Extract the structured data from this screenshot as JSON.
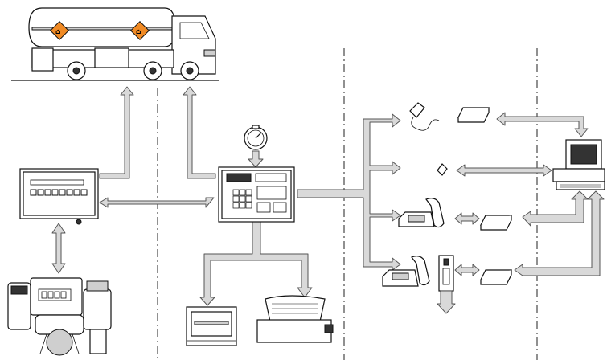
{
  "diagram": {
    "description_tags": [],
    "nodes": [
      {
        "id": "tanker-truck",
        "icon": "tanker-truck-icon"
      },
      {
        "id": "register-display",
        "icon": "register-display-icon"
      },
      {
        "id": "meter-assembly",
        "icon": "meter-assembly-icon"
      },
      {
        "id": "pressure-gauge",
        "icon": "pressure-gauge-icon"
      },
      {
        "id": "controller-unit",
        "icon": "controller-unit-icon"
      },
      {
        "id": "ticket-printer",
        "icon": "ticket-printer-icon"
      },
      {
        "id": "slip-printer",
        "icon": "slip-printer-icon"
      },
      {
        "id": "handheld-reader",
        "icon": "handheld-reader-icon"
      },
      {
        "id": "data-module-1",
        "icon": "data-module-icon"
      },
      {
        "id": "data-key",
        "icon": "data-key-icon"
      },
      {
        "id": "phone-modem-1",
        "icon": "phone-modem-icon"
      },
      {
        "id": "data-module-2",
        "icon": "data-module-icon"
      },
      {
        "id": "phone-modem-2",
        "icon": "phone-modem-icon"
      },
      {
        "id": "card-slot-reader",
        "icon": "card-slot-reader-icon"
      },
      {
        "id": "data-module-3",
        "icon": "data-module-icon"
      },
      {
        "id": "office-computer",
        "icon": "desktop-computer-icon"
      }
    ],
    "hazard_symbol": "⌂",
    "accent_colors": {
      "hazard_orange": "#f08a24",
      "arrow_fill": "#d9d9d9",
      "line": "#111111"
    }
  }
}
